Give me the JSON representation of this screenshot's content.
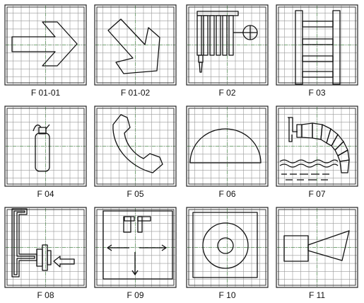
{
  "colors": {
    "frame": "#222222",
    "grid": "#9a9a9a",
    "guide": "#5a9a5a",
    "symbol": "#111111"
  },
  "tiles": [
    {
      "label": "F 01-01",
      "symbol": "arrow-right-icon"
    },
    {
      "label": "F 01-02",
      "symbol": "arrow-diagonal-icon"
    },
    {
      "label": "F 02",
      "symbol": "fire-hose-reel-icon"
    },
    {
      "label": "F 03",
      "symbol": "fire-ladder-icon"
    },
    {
      "label": "F 04",
      "symbol": "fire-extinguisher-icon"
    },
    {
      "label": "F 05",
      "symbol": "emergency-telephone-icon"
    },
    {
      "label": "F 06",
      "symbol": "fire-bell-icon"
    },
    {
      "label": "F 07",
      "symbol": "water-intake-icon"
    },
    {
      "label": "F 08",
      "symbol": "fire-hydrant-pillar-icon"
    },
    {
      "label": "F 09",
      "symbol": "fire-alarm-call-point-icon"
    },
    {
      "label": "F 10",
      "symbol": "fire-alarm-button-icon"
    },
    {
      "label": "F 11",
      "symbol": "fire-siren-icon"
    }
  ]
}
